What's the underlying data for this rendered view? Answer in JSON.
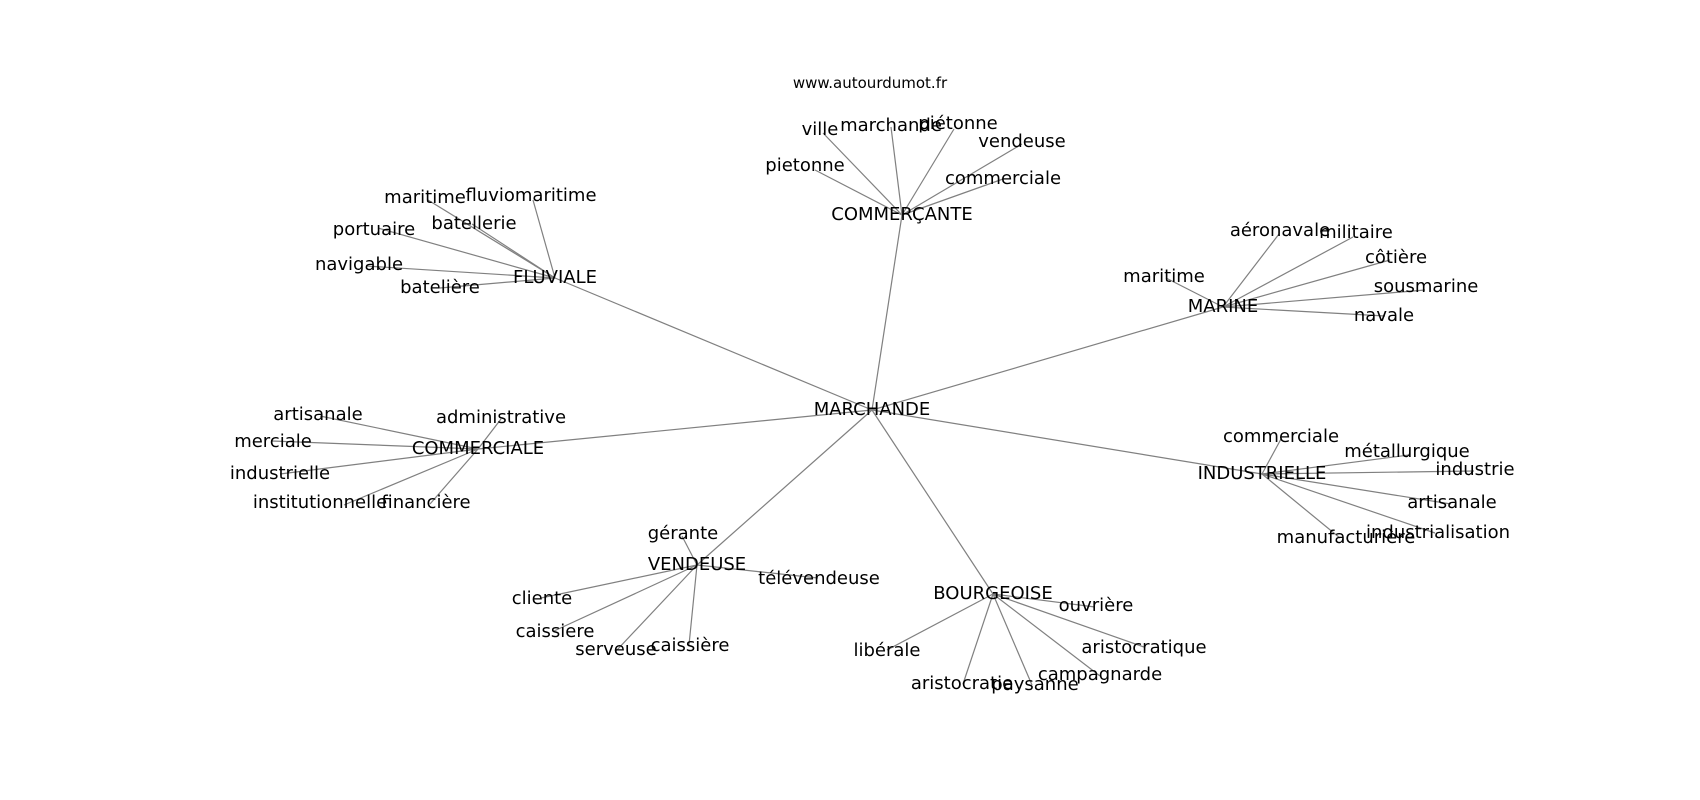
{
  "site_label": "www.autourdumot.fr",
  "center": {
    "label": "MARCHANDE"
  },
  "hubs": [
    {
      "id": "commercante",
      "label": "COMMERÇANTE",
      "words": [
        "ville",
        "marchande",
        "piétonne",
        "vendeuse",
        "pietonne",
        "commerciale"
      ]
    },
    {
      "id": "fluviale",
      "label": "FLUVIALE",
      "words": [
        "maritime",
        "fluviomaritime",
        "batellerie",
        "portuaire",
        "navigable",
        "batelière"
      ]
    },
    {
      "id": "marine",
      "label": "MARINE",
      "words": [
        "aéronavale",
        "militaire",
        "côtière",
        "maritime",
        "sousmarine",
        "navale"
      ]
    },
    {
      "id": "commerciale",
      "label": "COMMERCIALE",
      "words": [
        "artisanale",
        "administrative",
        "merciale",
        "industrielle",
        "institutionnelle",
        "financière"
      ]
    },
    {
      "id": "industrielle",
      "label": "INDUSTRIELLE",
      "words": [
        "commerciale",
        "métallurgique",
        "industrie",
        "artisanale",
        "industrialisation",
        "manufacturière"
      ]
    },
    {
      "id": "vendeuse",
      "label": "VENDEUSE",
      "words": [
        "gérante",
        "télévendeuse",
        "cliente",
        "caissiere",
        "serveuse",
        "caissière"
      ]
    },
    {
      "id": "bourgeoise",
      "label": "BOURGEOISE",
      "words": [
        "ouvrière",
        "libérale",
        "aristocratique",
        "campagnarde",
        "aristocratie",
        "paysanne"
      ]
    }
  ]
}
